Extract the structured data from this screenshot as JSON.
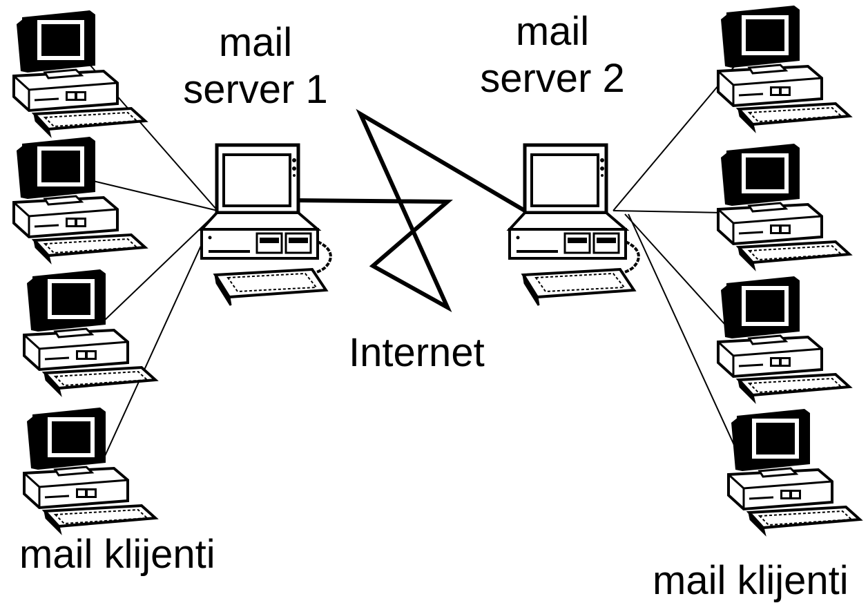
{
  "diagram": {
    "server_1": {
      "label_line1": "mail",
      "label_line2": "server 1",
      "icon": "desktop-computer-icon"
    },
    "server_2": {
      "label_line1": "mail",
      "label_line2": "server 2",
      "icon": "desktop-computer-icon"
    },
    "network": {
      "label": "Internet",
      "icon": "lightning-bolt-link-icon"
    },
    "clients_left": {
      "label": "mail klijenti",
      "count": 4,
      "icon": "desktop-computer-icon"
    },
    "clients_right": {
      "label": "mail klijenti",
      "count": 4,
      "icon": "desktop-computer-icon"
    },
    "colors": {
      "ink": "#000000",
      "background": "#ffffff"
    }
  }
}
